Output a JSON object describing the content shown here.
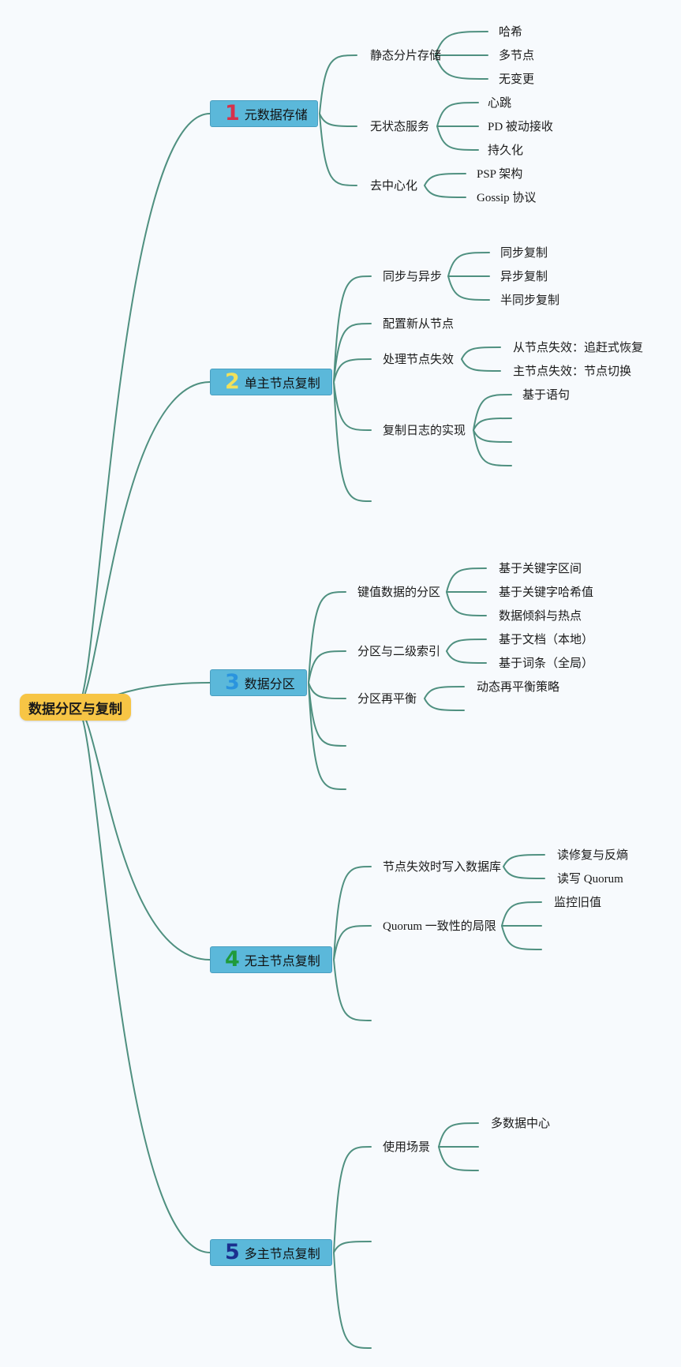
{
  "root": "数据分区与复制",
  "colors": {
    "background": "#f7fafd",
    "root_fill": "#f7c545",
    "branch_fill": "#5bb8da",
    "connector": "#4f9080"
  },
  "branches": [
    {
      "number": "1",
      "number_color": "#d6314a",
      "label": "元数据存储",
      "children": [
        {
          "label": "静态分片存储",
          "children": [
            "哈希",
            "多节点",
            "无变更"
          ]
        },
        {
          "label": "无状态服务",
          "children": [
            "心跳",
            "PD 被动接收",
            "持久化"
          ]
        },
        {
          "label": "去中心化",
          "children": [
            "PSP 架构",
            "Gossip 协议"
          ]
        }
      ]
    },
    {
      "number": "2",
      "number_color": "#f2e15a",
      "label": "单主节点复制",
      "children": [
        {
          "label": "同步与异步",
          "children": [
            "同步复制",
            "异步复制",
            "半同步复制"
          ]
        },
        {
          "label": "配置新从节点",
          "children": []
        },
        {
          "label": "处理节点失效",
          "children": [
            "从节点失效：追赶式恢复",
            "主节点失效：节点切换"
          ]
        },
        {
          "label": "复制日志的实现",
          "children": [
            "基于语句",
            "",
            "",
            ""
          ]
        },
        {
          "label": "",
          "children": []
        }
      ]
    },
    {
      "number": "3",
      "number_color": "#2a94de",
      "label": "数据分区",
      "children": [
        {
          "label": "键值数据的分区",
          "children": [
            "基于关键字区间",
            "基于关键字哈希值",
            "数据倾斜与热点"
          ]
        },
        {
          "label": "分区与二级索引",
          "children": [
            "基于文档（本地）",
            "基于词条（全局）"
          ]
        },
        {
          "label": "分区再平衡",
          "children": [
            "动态再平衡策略",
            ""
          ]
        },
        {
          "label": "",
          "children": []
        },
        {
          "label": "",
          "children": []
        }
      ]
    },
    {
      "number": "4",
      "number_color": "#1f9a3a",
      "label": "无主节点复制",
      "children": [
        {
          "label": "节点失效时写入数据库",
          "children": [
            "读修复与反熵",
            "读写 Quorum"
          ]
        },
        {
          "label": "Quorum 一致性的局限",
          "children": [
            "监控旧值",
            "",
            ""
          ]
        },
        {
          "label": "",
          "children": []
        }
      ]
    },
    {
      "number": "5",
      "number_color": "#1b2f8f",
      "label": "多主节点复制",
      "children": [
        {
          "label": "使用场景",
          "children": [
            "多数据中心",
            "",
            ""
          ]
        },
        {
          "label": "",
          "children": []
        },
        {
          "label": "",
          "children": []
        }
      ]
    }
  ]
}
